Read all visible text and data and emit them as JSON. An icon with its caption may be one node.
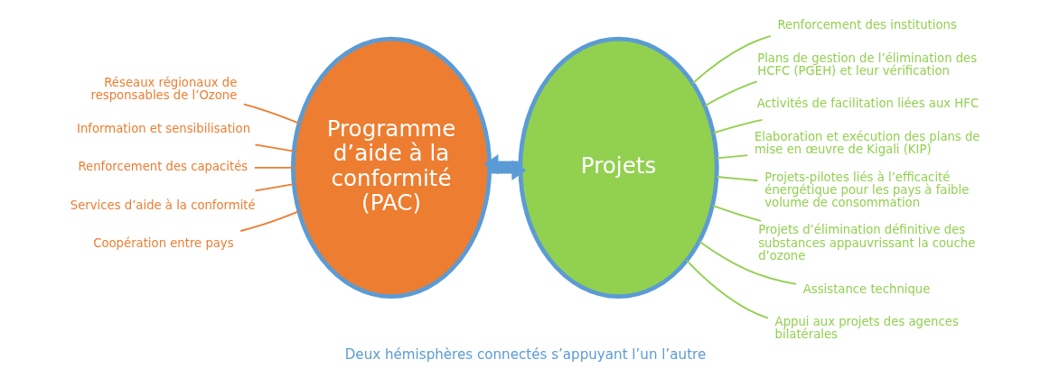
{
  "diagram": {
    "caption": "Deux hémisphères connectés s’appuyant l’un l’autre",
    "nodes": [
      {
        "text": [
          "Programme d’aide à la conformité (PAC)"
        ]
      },
      {
        "text": [
          "Projets"
        ]
      },
      {
        "text": [
          "Réseaux régionaux de responsables de l’Ozone"
        ]
      },
      {
        "text": [
          "Information et sensibilisation"
        ]
      },
      {
        "text": [
          "Renforcement des capacités"
        ]
      },
      {
        "text": [
          "Services d’aide à la conformité"
        ]
      },
      {
        "text": [
          "Coopération entre pays"
        ]
      },
      {
        "text": [
          "Renforcement des institutions"
        ]
      },
      {
        "text": [
          "Plans de gestion de l’élimination des HCFC (PGEH) et leur vérification"
        ]
      },
      {
        "text": [
          "Activités de facilitation liées aux HFC"
        ]
      },
      {
        "text": [
          "Elaboration et exécution des plans de mise en œuvre de Kigali (KIP)"
        ]
      },
      {
        "text": [
          "Projets-pilotes liés à l’efficacité énergétique pour les pays à faible volume de consommation"
        ]
      },
      {
        "text": [
          "Projets d’élimination définitive des substances appauvrissant la couche d’ozone"
        ]
      },
      {
        "text": [
          "Assistance technique"
        ]
      },
      {
        "text": [
          "Appui aux projets des agences bilatérales"
        ]
      }
    ],
    "edges": [
      {
        "from": 0,
        "to": 1,
        "arrow": "to",
        "style": "thick",
        "color": "#5b9bd5"
      },
      {
        "from": 1,
        "to": 0,
        "arrow": "to",
        "style": "thick",
        "color": "#5b9bd5"
      },
      {
        "from": 2,
        "to": 0,
        "arrow": "none",
        "color": "#ed7d31"
      },
      {
        "from": 3,
        "to": 0,
        "arrow": "none",
        "color": "#ed7d31"
      },
      {
        "from": 4,
        "to": 0,
        "arrow": "none",
        "color": "#ed7d31"
      },
      {
        "from": 5,
        "to": 0,
        "arrow": "none",
        "color": "#ed7d31"
      },
      {
        "from": 6,
        "to": 0,
        "arrow": "none",
        "color": "#ed7d31"
      },
      {
        "from": 1,
        "to": 7,
        "arrow": "none"
      },
      {
        "from": 1,
        "to": 8,
        "arrow": "none"
      },
      {
        "from": 1,
        "to": 9,
        "arrow": "none"
      },
      {
        "from": 1,
        "to": 10,
        "arrow": "none"
      },
      {
        "from": 1,
        "to": 11,
        "arrow": "none"
      },
      {
        "from": 1,
        "to": 12,
        "arrow": "none"
      },
      {
        "from": 1,
        "to": 13,
        "arrow": "none"
      },
      {
        "from": 1,
        "to": 14,
        "arrow": "none"
      }
    ]
  }
}
